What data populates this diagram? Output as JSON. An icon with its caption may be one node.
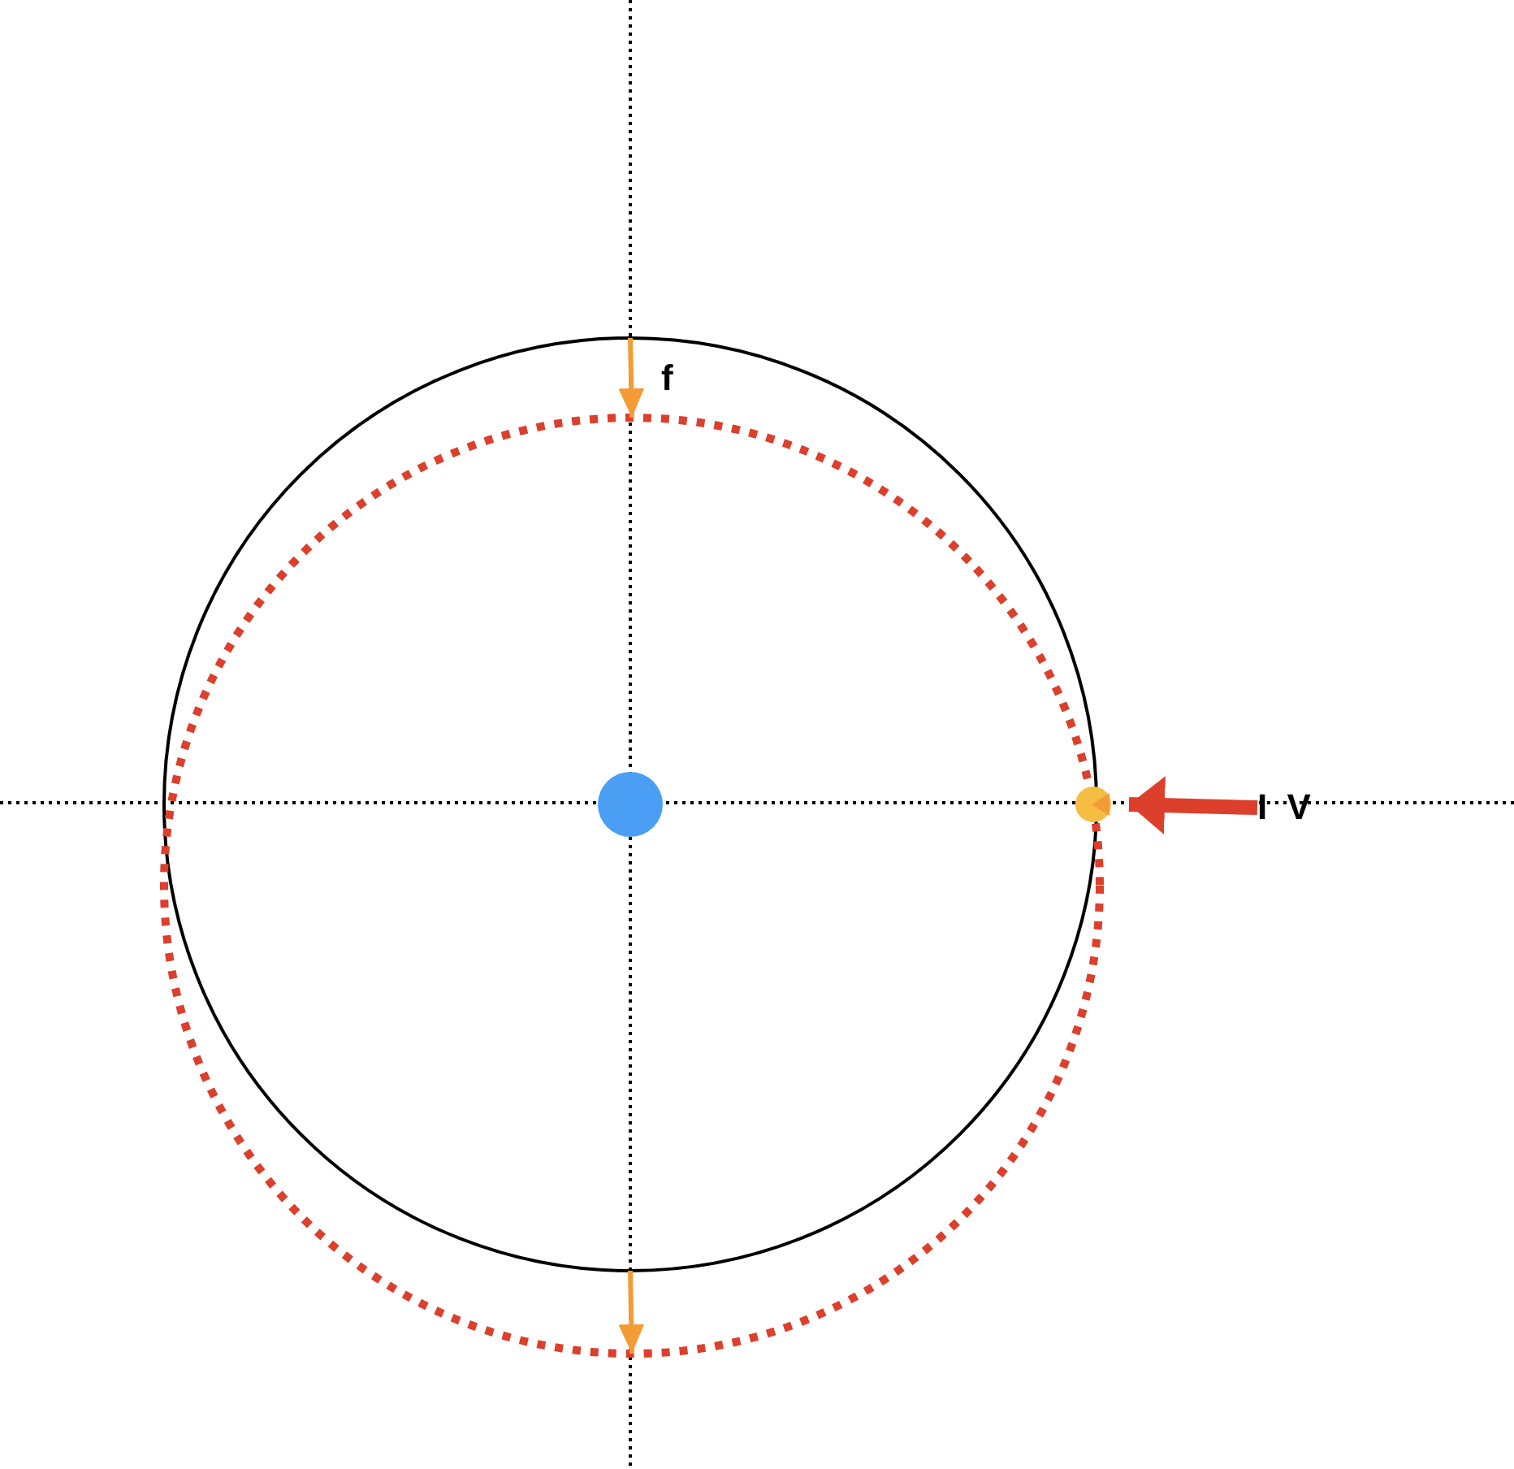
{
  "diagram": {
    "nodes": [
      {
        "text": [],
        "shape": "circle"
      },
      {
        "text": [],
        "shape": "circle"
      },
      {
        "text": [],
        "shape": "circle",
        "in": 0
      },
      {
        "text": [],
        "shape": "circle"
      },
      {
        "text": [
          "I V"
        ]
      }
    ],
    "edges": [
      {
        "from": 0,
        "to": 1,
        "arrow": "to",
        "color": "#f39c35"
      },
      {
        "from": 0,
        "to": 1,
        "arrow": "to",
        "color": "#f39c35"
      },
      {
        "from": 4,
        "to": 3,
        "arrow": "to",
        "style": "thick",
        "color": "#dc3f2b"
      }
    ],
    "labels": [
      "f"
    ]
  }
}
